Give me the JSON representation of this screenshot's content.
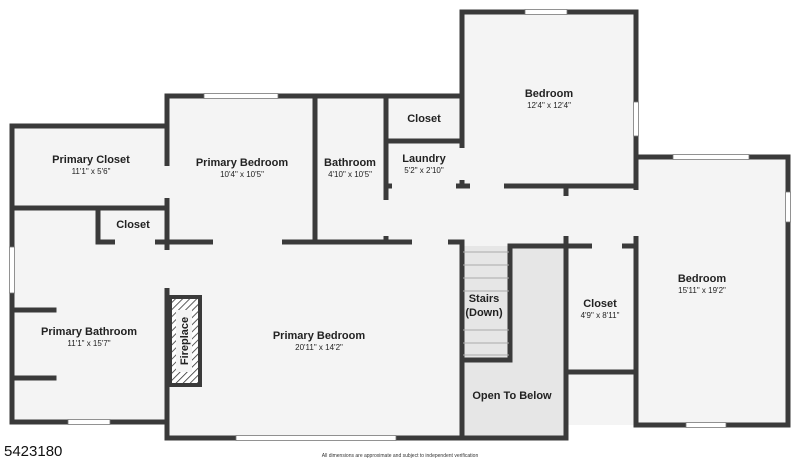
{
  "listing_id": "5423180",
  "disclaimer": "All dimensions are approximate and subject to independent verification",
  "rooms": {
    "primary_closet": {
      "name": "Primary Closet",
      "dims": "11'1\" x 5'6\""
    },
    "primary_bedroom_upper": {
      "name": "Primary Bedroom",
      "dims": "10'4\" x 10'5\""
    },
    "bathroom": {
      "name": "Bathroom",
      "dims": "4'10\" x 10'5\""
    },
    "closet_top": {
      "name": "Closet",
      "dims": ""
    },
    "laundry": {
      "name": "Laundry",
      "dims": "5'2\" x 2'10\""
    },
    "bedroom_top": {
      "name": "Bedroom",
      "dims": "12'4\" x 12'4\""
    },
    "closet_left": {
      "name": "Closet",
      "dims": ""
    },
    "primary_bathroom": {
      "name": "Primary Bathroom",
      "dims": "11'1\" x 15'7\""
    },
    "fireplace": {
      "name": "Fireplace"
    },
    "primary_bedroom_main": {
      "name": "Primary Bedroom",
      "dims": "20'11\" x 14'2\""
    },
    "stairs": {
      "line1": "Stairs",
      "line2": "(Down)"
    },
    "open_to_below": {
      "name": "Open To Below"
    },
    "closet_right": {
      "name": "Closet",
      "dims": "4'9\" x 8'11\""
    },
    "bedroom_right": {
      "name": "Bedroom",
      "dims": "15'11\" x 19'2\""
    }
  },
  "colors": {
    "wall": "#3a3a3a",
    "floor": "#f4f4f4",
    "open_area": "#e6e6e6"
  }
}
